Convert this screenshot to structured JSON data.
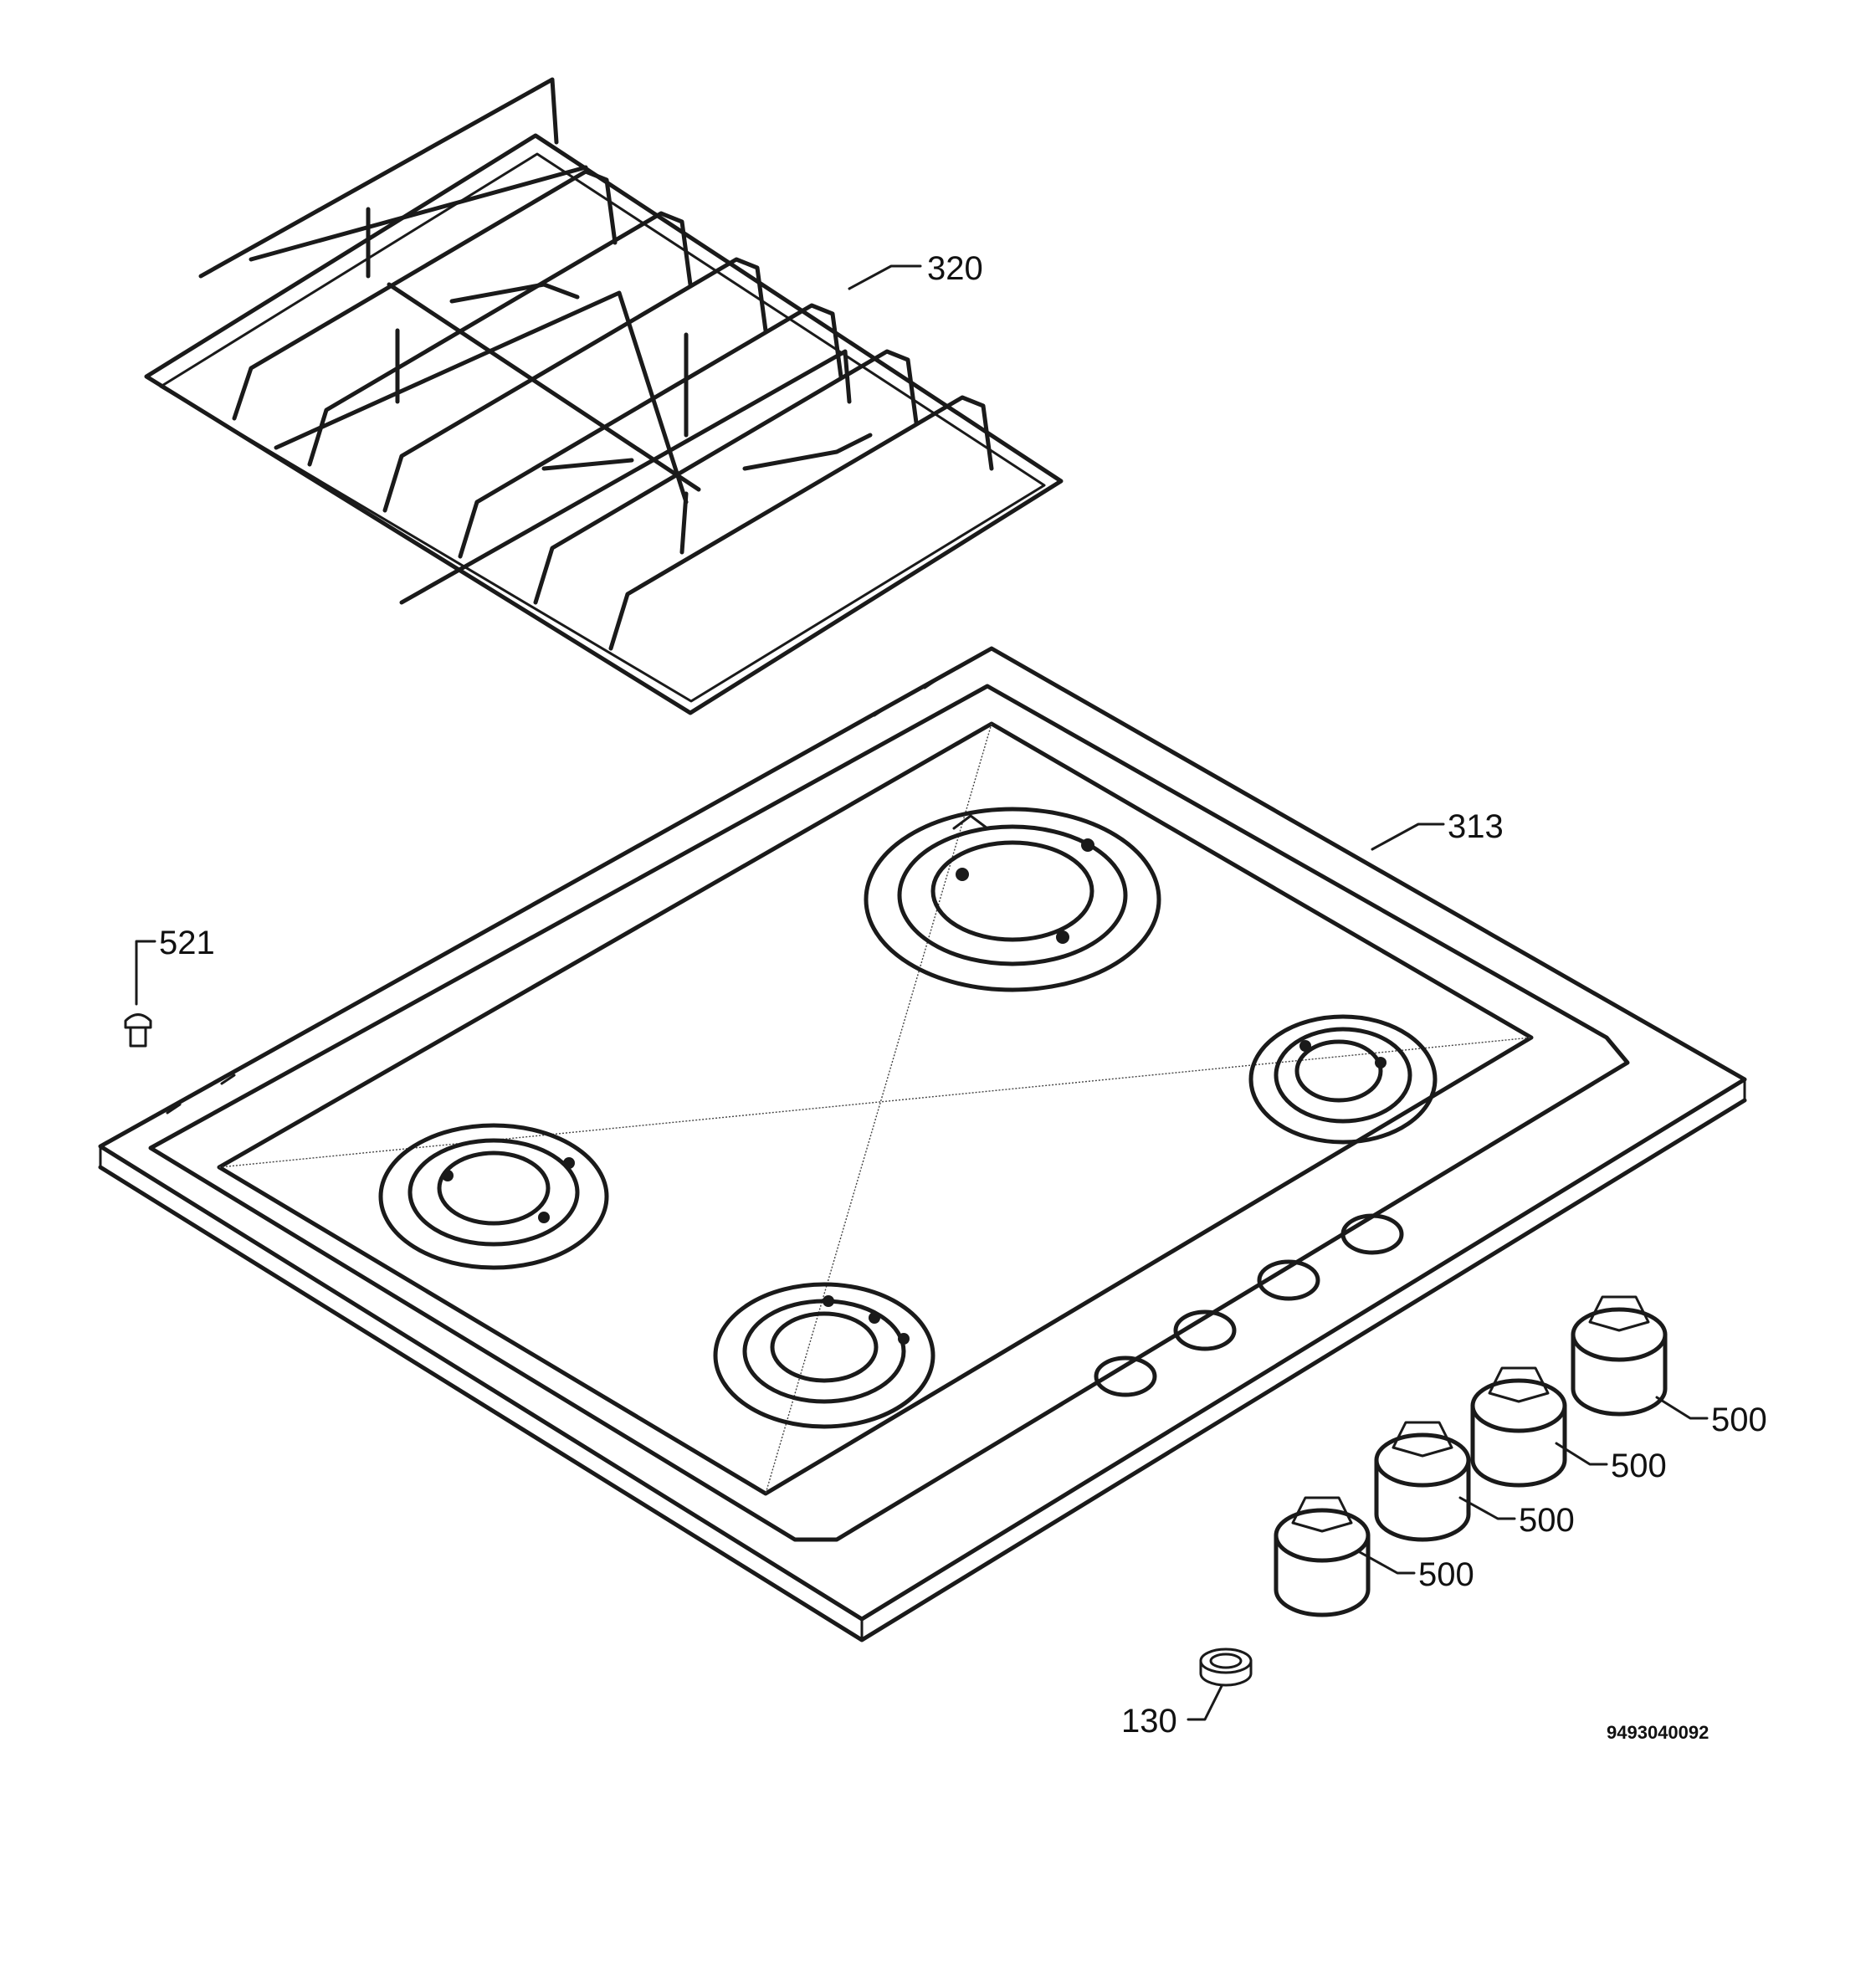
{
  "callouts": {
    "pan_support": "320",
    "hob_top": "313",
    "screw": "521",
    "knob_1": "500",
    "knob_2": "500",
    "knob_3": "500",
    "knob_4": "500",
    "bushing": "130"
  },
  "drawing_code": "9493040092"
}
